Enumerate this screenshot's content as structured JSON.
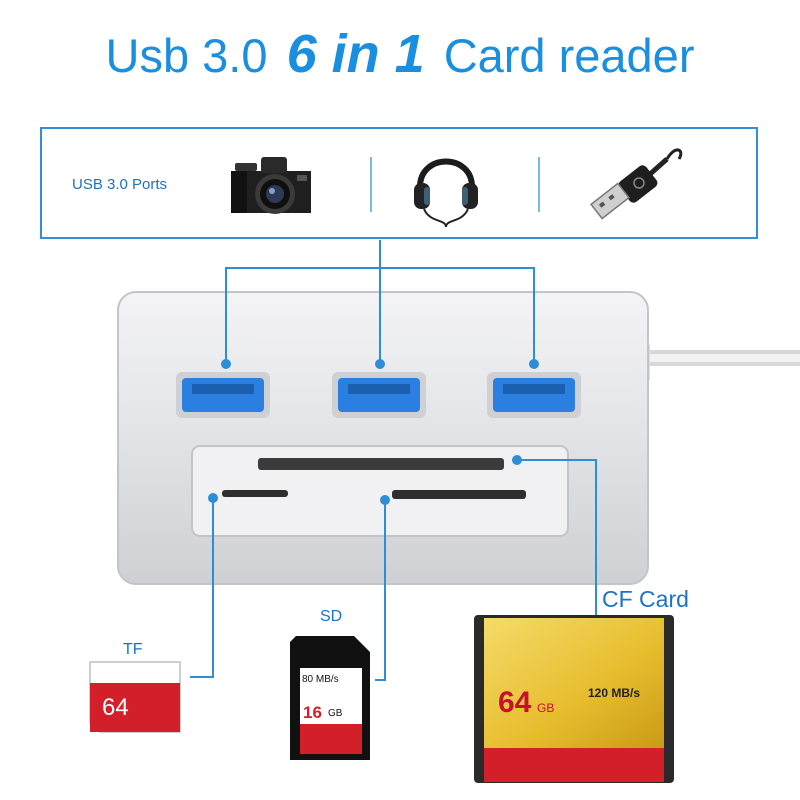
{
  "title": {
    "prefix": "Usb 3.0",
    "highlight": "6 in 1",
    "suffix": "Card reader"
  },
  "ports": {
    "label": "USB 3.0 Ports"
  },
  "labels": {
    "tf": "TF",
    "sd": "SD",
    "cf": "CF Card"
  },
  "cards": {
    "tf": {
      "capacity": "64"
    },
    "sd": {
      "speed": "80 MB/s",
      "capacity": "16",
      "unit": "GB"
    },
    "cf": {
      "capacity": "64",
      "unit": "GB",
      "speed": "120 MB/s"
    }
  },
  "colors": {
    "accent": "#1a8fe0",
    "line": "#2d8ed6",
    "port_blue": "#2b7fe0",
    "cf_gold": "#e9c33a",
    "card_red": "#d21f2a"
  },
  "icons": [
    "camera-icon",
    "headphones-icon",
    "usb-plug-icon"
  ]
}
